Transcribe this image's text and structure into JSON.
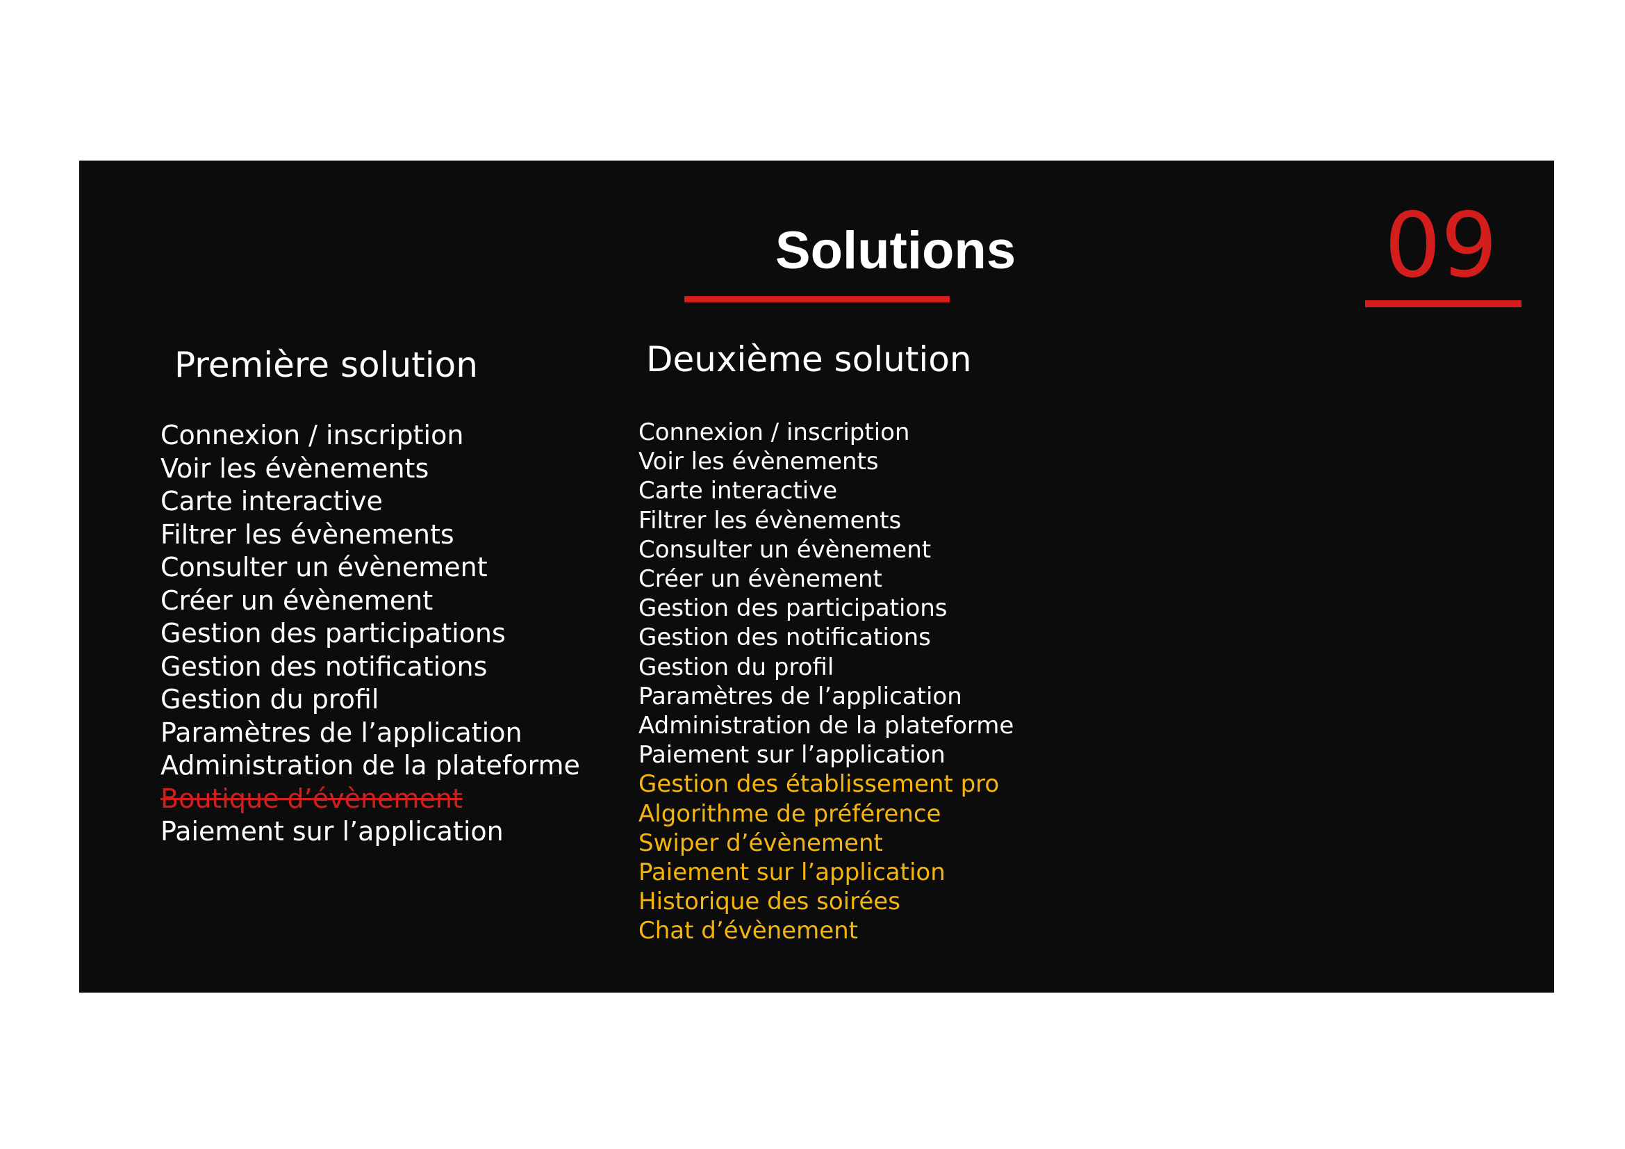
{
  "slide": {
    "title": "Solutions",
    "number": "09",
    "colors": {
      "background": "#0c0c0c",
      "accent": "#d41e1e",
      "text": "#ffffff",
      "highlight": "#f5b50a"
    }
  },
  "first_solution": {
    "heading": "Première solution",
    "items": [
      {
        "label": "Connexion / inscription",
        "status": "normal"
      },
      {
        "label": "Voir les évènements",
        "status": "normal"
      },
      {
        "label": "Carte interactive",
        "status": "normal"
      },
      {
        "label": "Filtrer les évènements",
        "status": "normal"
      },
      {
        "label": "Consulter un évènement",
        "status": "normal"
      },
      {
        "label": "Créer un évènement",
        "status": "normal"
      },
      {
        "label": "Gestion des participations",
        "status": "normal"
      },
      {
        "label": "Gestion des notifications",
        "status": "normal"
      },
      {
        "label": "Gestion du profil",
        "status": "normal"
      },
      {
        "label": "Paramètres de l’application",
        "status": "normal"
      },
      {
        "label": "Administration de la plateforme",
        "status": "normal"
      },
      {
        "label": "Boutique d’évènement",
        "status": "removed"
      },
      {
        "label": "Paiement sur l’application",
        "status": "normal"
      }
    ]
  },
  "second_solution": {
    "heading": "Deuxième solution",
    "items": [
      {
        "label": "Connexion / inscription",
        "status": "normal"
      },
      {
        "label": "Voir les évènements",
        "status": "normal"
      },
      {
        "label": "Carte interactive",
        "status": "normal"
      },
      {
        "label": "Filtrer les évènements",
        "status": "normal"
      },
      {
        "label": "Consulter un évènement",
        "status": "normal"
      },
      {
        "label": "Créer un évènement",
        "status": "normal"
      },
      {
        "label": "Gestion des participations",
        "status": "normal"
      },
      {
        "label": "Gestion des notifications",
        "status": "normal"
      },
      {
        "label": "Gestion du profil",
        "status": "normal"
      },
      {
        "label": "Paramètres de l’application",
        "status": "normal"
      },
      {
        "label": "Administration de la plateforme",
        "status": "normal"
      },
      {
        "label": "Paiement sur l’application",
        "status": "normal"
      },
      {
        "label": "Gestion des établissement pro",
        "status": "added"
      },
      {
        "label": "Algorithme de préférence",
        "status": "added"
      },
      {
        "label": "Swiper d’évènement",
        "status": "added"
      },
      {
        "label": "Paiement sur l’application",
        "status": "added"
      },
      {
        "label": "Historique des soirées",
        "status": "added"
      },
      {
        "label": "Chat d’évènement",
        "status": "added"
      }
    ]
  }
}
